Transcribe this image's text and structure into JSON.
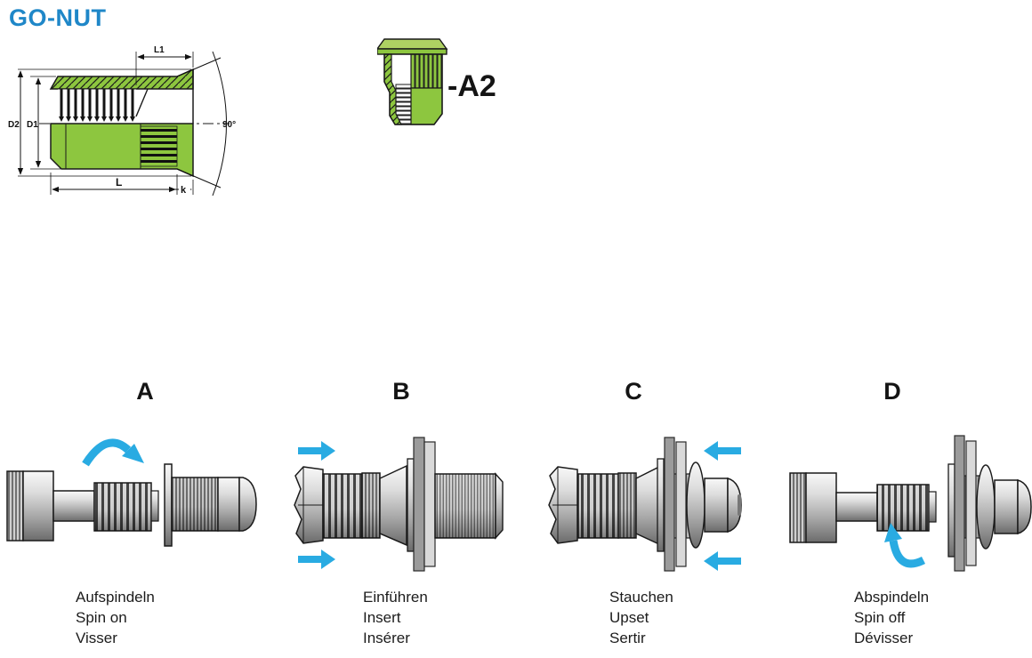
{
  "page": {
    "title": "GO-NUT"
  },
  "colors": {
    "accent_blue": "#1f87c8",
    "part_green": "#8dc63f",
    "arrow_cyan": "#29abe2"
  },
  "technical_drawing": {
    "description": "half-section dimensional drawing of rivet nut",
    "dims": {
      "l1": "L1",
      "d2": "D2",
      "d1": "D1",
      "l": "L",
      "k": "k",
      "angle": "90°"
    }
  },
  "variant": {
    "label": "-A2"
  },
  "steps": [
    {
      "id": "A",
      "captions": [
        "Aufspindeln",
        "Spin on",
        "Visser"
      ]
    },
    {
      "id": "B",
      "captions": [
        "Einführen",
        "Insert",
        "Insérer"
      ]
    },
    {
      "id": "C",
      "captions": [
        "Stauchen",
        "Upset",
        "Sertir"
      ]
    },
    {
      "id": "D",
      "captions": [
        "Abspindeln",
        "Spin off",
        "Dévisser"
      ]
    }
  ]
}
